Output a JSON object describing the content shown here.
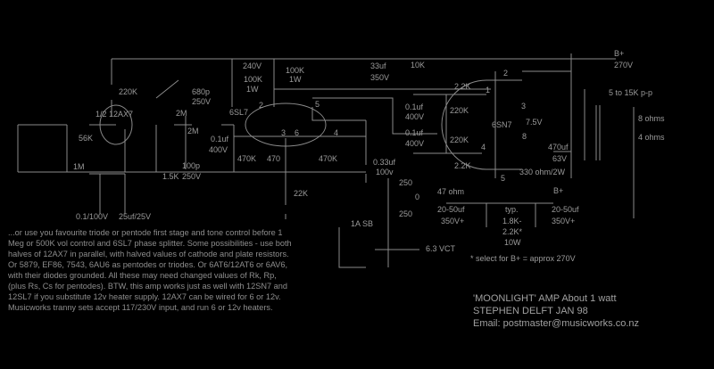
{
  "schematic": {
    "supply": {
      "bplus": "B+",
      "bplus_voltage": "270V",
      "r_10k": "10K",
      "cap_33uf": "33uf",
      "cap_350v": "350V"
    },
    "stage1": {
      "tube": "1/2 12AX7",
      "r_220k": "220K",
      "c_680p": "680p",
      "c_680p_v": "250V",
      "pot_2m": "2M",
      "pot_2m_b": "2M",
      "r_56k": "56K",
      "r_1m": "1M",
      "c_100p": "100p",
      "c_100p_v": "250V",
      "r_1_5k": "1.5K",
      "c_01": "0.1/100V",
      "c_25uf": "25uf/25V"
    },
    "splitter": {
      "tube": "6SL7",
      "v_240": "240V",
      "r_100k_a": "100K",
      "r_100k_a_w": "1W",
      "r_100k_b": "100K",
      "r_100k_b_w": "1W",
      "pin2": "2",
      "pin5": "5",
      "pin3": "3",
      "pin6": "6",
      "pin4": "4",
      "c_in": "0.1uf",
      "c_in_v": "400V",
      "r_470k_a": "470K",
      "r_470": "470",
      "r_470k_b": "470K",
      "r_22k": "22K",
      "c_033": "0.33uf",
      "c_033_v": "100v"
    },
    "output": {
      "c1": "0.1uf",
      "c1_v": "400V",
      "c2": "0.1uf",
      "c2_v": "400V",
      "r_22k_a": "2.2K",
      "r_220k_a": "220K",
      "r_220k_b": "220K",
      "r_22k_b": "2.2K",
      "tube": "6SN7",
      "pin1": "1",
      "pin2": "2",
      "pin3": "3",
      "pin8": "8",
      "pin4": "4",
      "pin5": "5",
      "v_75": "7.5V",
      "c_470uf": "470uf",
      "c_470uf_v": "63V",
      "r_330": "330 ohm/2W",
      "ot_primary": "5 to 15K p-p",
      "ot_8": "8 ohms",
      "ot_4": "4 ohms"
    },
    "psu": {
      "tap_250a": "250",
      "tap_0": "0",
      "tap_250b": "250",
      "r_47": "47 ohm",
      "c_a": "20-50uf",
      "c_a_v": "350V+",
      "typ": "typ.",
      "r_drop1": "1.8K-",
      "r_drop2": "2.2K*",
      "r_drop_w": "10W",
      "bplus": "B+",
      "c_b": "20-50uf",
      "c_b_v": "350V+",
      "fuse": "1A SB",
      "heater": "6.3 VCT",
      "select_note": "* select for B+ = approx 270V"
    }
  },
  "notes": [
    "...or use you favourite triode or pentode first stage and tone control before 1",
    "Meg or 500K vol control and 6SL7 phase splitter.  Some possibilities - use both",
    "halves of 12AX7 in parallel, with halved values of cathode and plate resistors.",
    "Or 5879, EF86, 7543, 6AU6 as pentodes or triodes.  Or 6AT6/12AT6 or 6AV6,",
    "with their diodes grounded.  All these may need changed values of Rk, Rp,",
    "(plus Rs, Cs for pentodes).  BTW, this amp works just as well with 12SN7 and",
    "12SL7 if you substitute 12v heater supply.  12AX7 can be wired for 6 or 12v.",
    "Musicworks tranny sets accept 117/230V input, and run 6 or 12v heaters."
  ],
  "title_block": {
    "line1": "'MOONLIGHT' AMP    About 1 watt",
    "line2": "STEPHEN DELFT    JAN 98",
    "line3": "Email: postmaster@musicworks.co.nz"
  }
}
